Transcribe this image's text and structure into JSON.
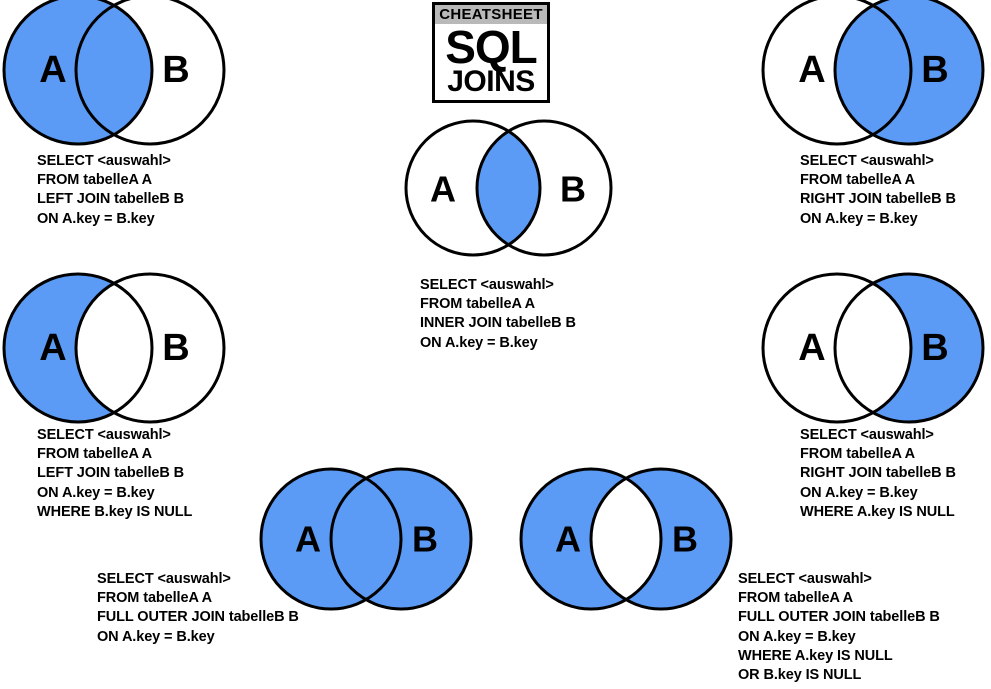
{
  "title": {
    "band": "CHEATSHEET",
    "line1": "SQL",
    "line2": "JOINS"
  },
  "colors": {
    "fill_blue": "#5b9bf5",
    "outline": "#000000",
    "background": "#ffffff",
    "band_gray": "#b9b9b9",
    "text": "#000000"
  },
  "labels": {
    "a": "A",
    "b": "B"
  },
  "diagrams": [
    {
      "id": "left-join",
      "name": "left-join",
      "shaded": "A including intersection",
      "label_a": "A",
      "label_b": "B",
      "sql": [
        "SELECT <auswahl>",
        "FROM tabelleA A",
        "LEFT JOIN tabelleB B",
        "ON A.key = B.key"
      ]
    },
    {
      "id": "inner-join",
      "name": "inner-join",
      "shaded": "intersection only",
      "label_a": "A",
      "label_b": "B",
      "sql": [
        "SELECT <auswahl>",
        "FROM tabelleA A",
        "INNER JOIN tabelleB B",
        "ON A.key = B.key"
      ]
    },
    {
      "id": "right-join",
      "name": "right-join",
      "shaded": "B including intersection",
      "label_a": "A",
      "label_b": "B",
      "sql": [
        "SELECT <auswahl>",
        "FROM tabelleA A",
        "RIGHT JOIN tabelleB B",
        "ON A.key = B.key"
      ]
    },
    {
      "id": "left-join-excluding",
      "name": "left-join-excluding",
      "shaded": "A excluding intersection",
      "label_a": "A",
      "label_b": "B",
      "sql": [
        "SELECT <auswahl>",
        "FROM tabelleA A",
        "LEFT JOIN tabelleB B",
        "ON A.key = B.key",
        "WHERE B.key IS NULL"
      ]
    },
    {
      "id": "right-join-excluding",
      "name": "right-join-excluding",
      "shaded": "B excluding intersection",
      "label_a": "A",
      "label_b": "B",
      "sql": [
        "SELECT <auswahl>",
        "FROM tabelleA A",
        "RIGHT JOIN tabelleB B",
        "ON A.key = B.key",
        "WHERE A.key IS NULL"
      ]
    },
    {
      "id": "full-outer-join",
      "name": "full-outer-join",
      "shaded": "A and B including intersection",
      "label_a": "A",
      "label_b": "B",
      "sql": [
        "SELECT <auswahl>",
        "FROM tabelleA A",
        "FULL OUTER JOIN tabelleB B",
        "ON A.key = B.key"
      ]
    },
    {
      "id": "full-outer-join-excluding",
      "name": "full-outer-join-excluding",
      "shaded": "A and B excluding intersection",
      "label_a": "A",
      "label_b": "B",
      "sql": [
        "SELECT <auswahl>",
        "FROM tabelleA A",
        "FULL OUTER JOIN tabelleB B",
        "ON A.key = B.key",
        "WHERE A.key IS NULL",
        "OR B.key IS NULL"
      ]
    }
  ]
}
